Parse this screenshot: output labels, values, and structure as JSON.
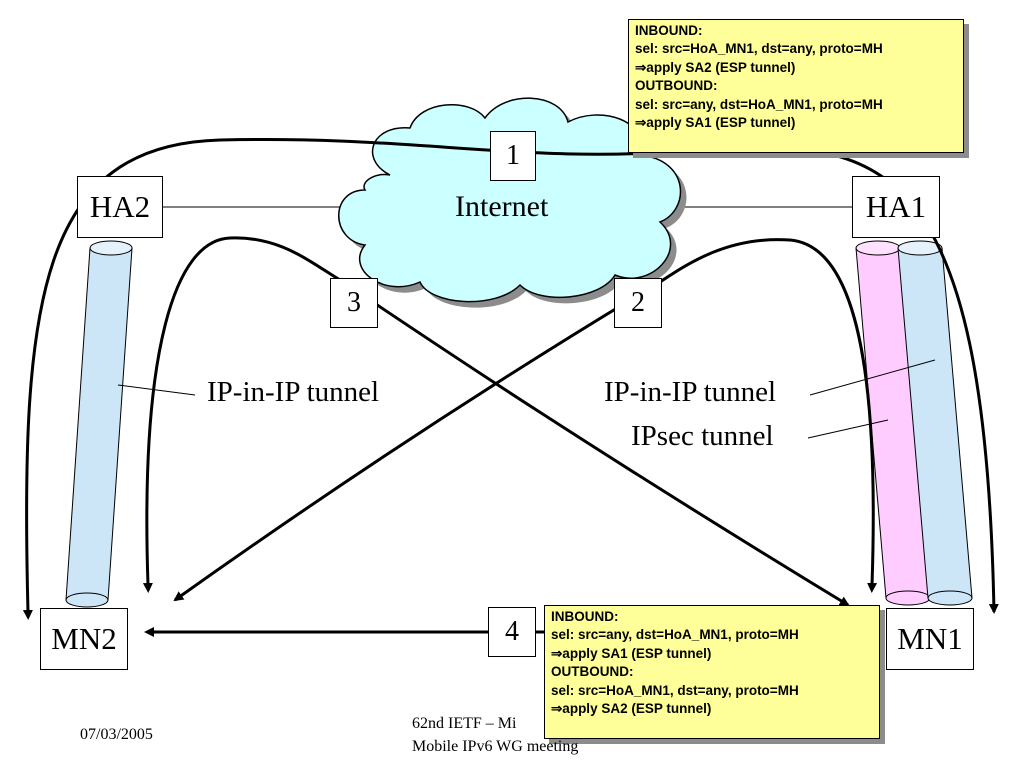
{
  "nodes": {
    "ha2": "HA2",
    "ha1": "HA1",
    "mn2": "MN2",
    "mn1": "MN1"
  },
  "cloud_label": "Internet",
  "paths": {
    "p1": "1",
    "p2": "2",
    "p3": "3",
    "p4": "4"
  },
  "labels": {
    "left_tunnel": "IP-in-IP tunnel",
    "right_tunnel": "IP-in-IP tunnel",
    "ipsec_tunnel": "IPsec tunnel"
  },
  "policy_top": {
    "lines": [
      "INBOUND:",
      "sel: src=HoA_MN1, dst=any, proto=MH",
      "⇒apply SA2 (ESP tunnel)",
      "OUTBOUND:",
      "sel: src=any, dst=HoA_MN1, proto=MH",
      "⇒apply SA1 (ESP tunnel)"
    ]
  },
  "policy_bottom": {
    "lines": [
      "INBOUND:",
      "sel: src=any, dst=HoA_MN1, proto=MH",
      "⇒apply SA1 (ESP tunnel)",
      "OUTBOUND:",
      "sel: src=HoA_MN1, dst=any, proto=MH",
      "⇒apply SA2 (ESP tunnel)"
    ]
  },
  "footer": {
    "date": "07/03/2005",
    "meeting_line1": "62nd IETF – Mi",
    "meeting_line2": "Mobile IPv6 WG meeting"
  },
  "colors": {
    "cloud_fill": "#ccffff",
    "tunnel_blue": "#cce5f7",
    "tunnel_pink": "#ffccff",
    "policy_fill": "#ffff99"
  }
}
